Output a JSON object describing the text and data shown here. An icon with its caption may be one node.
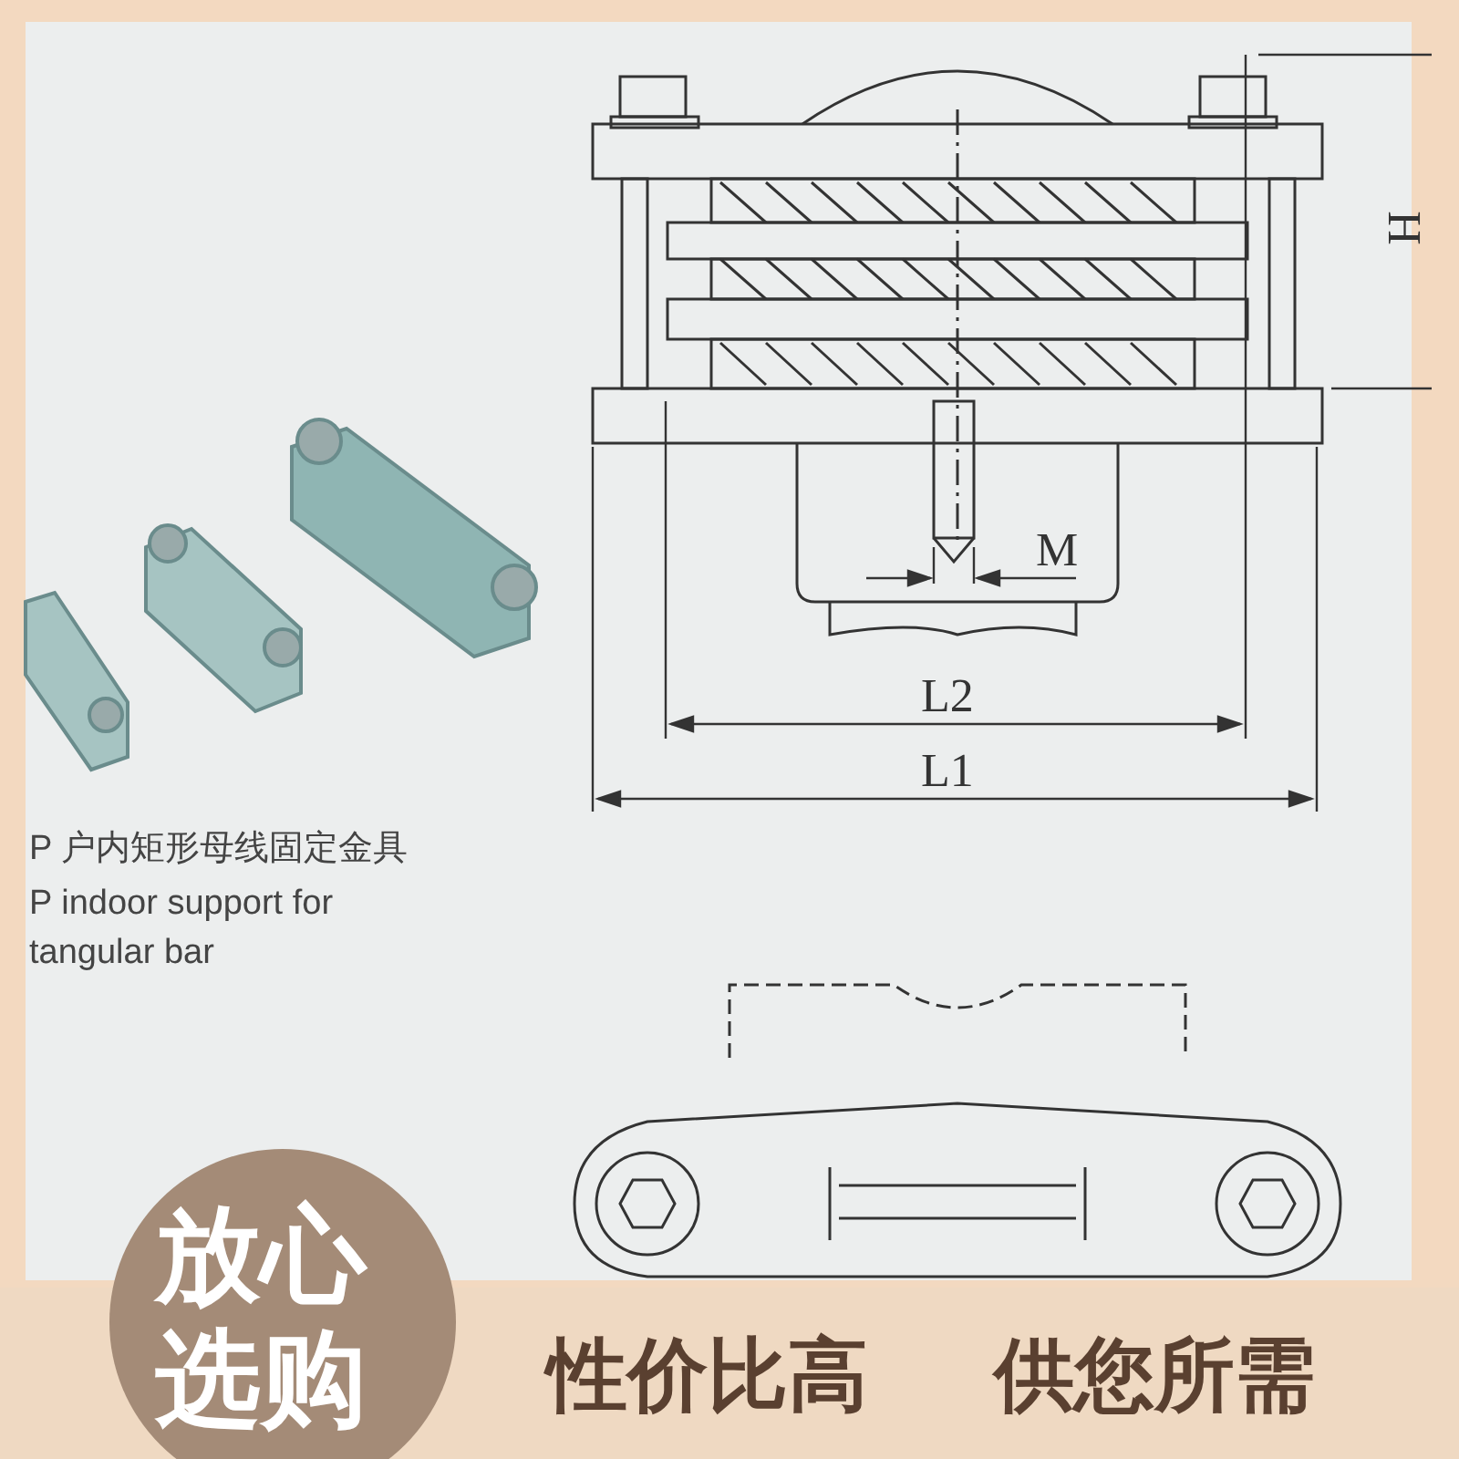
{
  "diagram": {
    "labels": [
      "H",
      "M",
      "L2",
      "L1",
      "P 户内矩形母线固定金具",
      "P indoor support for tangular bar",
      "放心选购",
      "性价比高",
      "供您所需"
    ]
  }
}
